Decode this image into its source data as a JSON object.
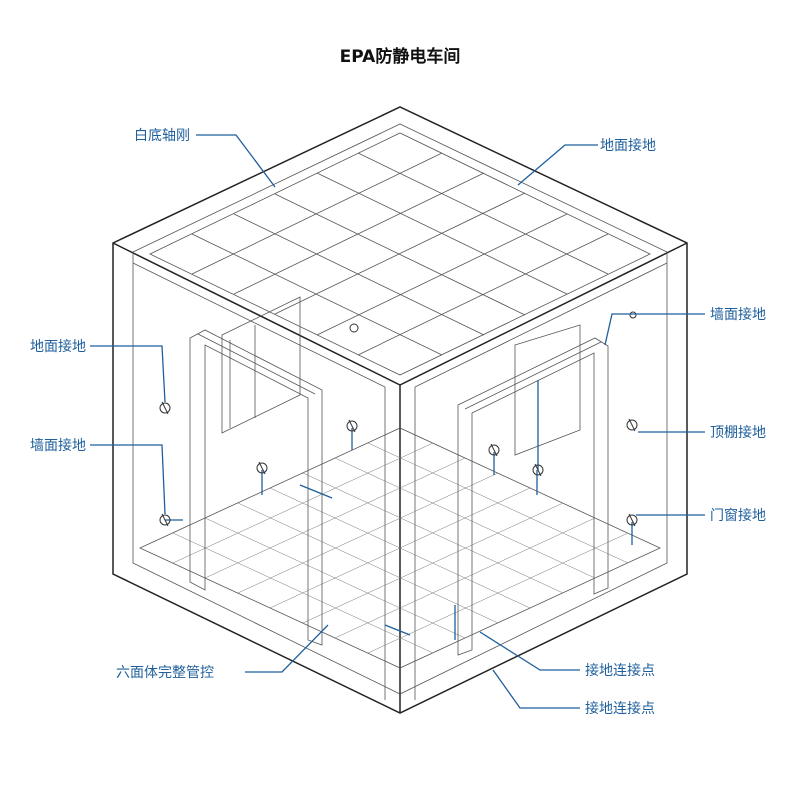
{
  "title": "EPA防静电车间",
  "labels": {
    "top_left": "白底轴刚",
    "top_right": "地面接地",
    "left_upper": "地面接地",
    "left_lower": "墙面接地",
    "right_1": "墙面接地",
    "right_2": "顶棚接地",
    "right_3": "门窗接地",
    "bottom_left": "六面体完整管控",
    "bottom_right_1": "接地连接点",
    "bottom_right_2": "接地连接点"
  },
  "colors": {
    "label": "#1f5f9c",
    "line": "#222222",
    "background": "#ffffff"
  },
  "icons": [
    "ground-symbol-icon"
  ]
}
